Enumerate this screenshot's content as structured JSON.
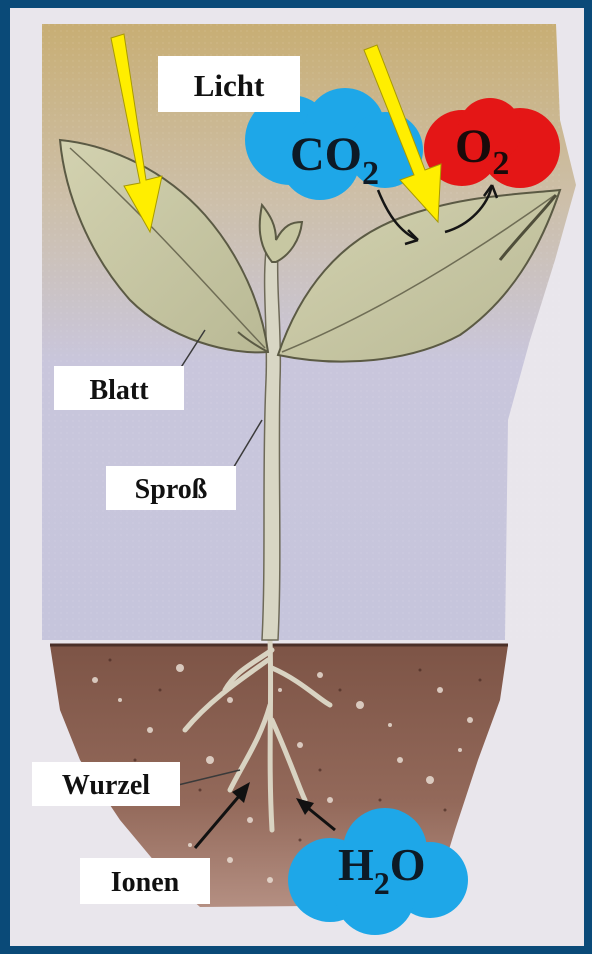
{
  "labels": {
    "light": "Licht",
    "leaf": "Blatt",
    "shoot": "Sproß",
    "root": "Wurzel",
    "ions": "Ionen"
  },
  "molecules": {
    "co2": {
      "main": "CO",
      "sub": "2",
      "color": "#1ea7e8"
    },
    "o2": {
      "main": "O",
      "sub": "2",
      "color": "#e41616"
    },
    "h2o": {
      "pre": "H",
      "sub": "2",
      "post": "O",
      "color": "#1ea7e8"
    }
  },
  "colors": {
    "frame": "#0a4a78",
    "sky_top": "#c8b27a",
    "sky_bottom": "#c9c7dd",
    "soil": "#8a6152",
    "sun_arrow": "#ffee00",
    "leaf": "#c8c9a6",
    "stem": "#d8d6c4"
  }
}
